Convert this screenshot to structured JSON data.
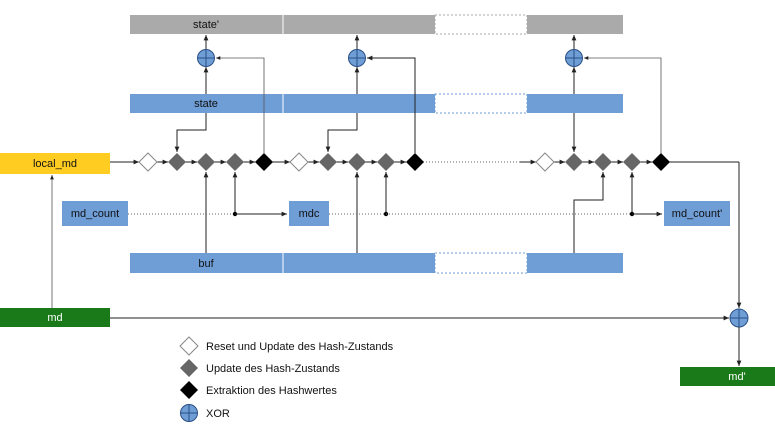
{
  "labels": {
    "state_out": "state'",
    "state": "state",
    "local_md": "local_md",
    "md_count": "md_count",
    "mdc": "mdc",
    "md_count_out": "md_count'",
    "buf": "buf",
    "md": "md",
    "md_out": "md'"
  },
  "legend": {
    "reset": "Reset und Update des Hash-Zustands",
    "update": "Update des Hash-Zustands",
    "extract": "Extraktion des Hashwertes",
    "xor": "XOR"
  },
  "colors": {
    "gray_bar": "#aaaaaa",
    "blue_bar": "#6f9dd6",
    "yellow": "#ffcc22",
    "green": "#1a7a1a",
    "diamond_update": "#666666",
    "diamond_extract": "#000000",
    "xor_fill": "#6f9dd6"
  }
}
